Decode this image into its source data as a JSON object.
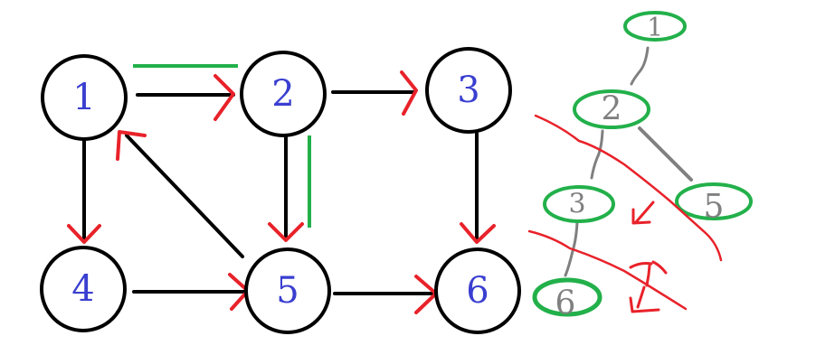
{
  "graph": {
    "nodes": [
      {
        "id": "1",
        "label": "1"
      },
      {
        "id": "2",
        "label": "2"
      },
      {
        "id": "3",
        "label": "3"
      },
      {
        "id": "4",
        "label": "4"
      },
      {
        "id": "5",
        "label": "5"
      },
      {
        "id": "6",
        "label": "6"
      }
    ],
    "edges": [
      [
        "1",
        "2"
      ],
      [
        "2",
        "3"
      ],
      [
        "1",
        "4"
      ],
      [
        "2",
        "5"
      ],
      [
        "3",
        "6"
      ],
      [
        "5",
        "1"
      ],
      [
        "4",
        "5"
      ],
      [
        "5",
        "6"
      ]
    ],
    "highlighted_edges": [
      [
        "1",
        "2"
      ],
      [
        "2",
        "5"
      ]
    ]
  },
  "tree": {
    "nodes": [
      {
        "id": "1",
        "label": "1"
      },
      {
        "id": "2",
        "label": "2"
      },
      {
        "id": "3",
        "label": "3"
      },
      {
        "id": "5",
        "label": "5"
      },
      {
        "id": "6",
        "label": "6"
      }
    ],
    "edges": [
      [
        "1",
        "2"
      ],
      [
        "2",
        "3"
      ],
      [
        "2",
        "5"
      ],
      [
        "3",
        "6"
      ]
    ]
  },
  "colors": {
    "node_label": "#3a3fd0",
    "arrow": "#e8222a",
    "highlight": "#22b04a",
    "tree_text": "#808080"
  }
}
